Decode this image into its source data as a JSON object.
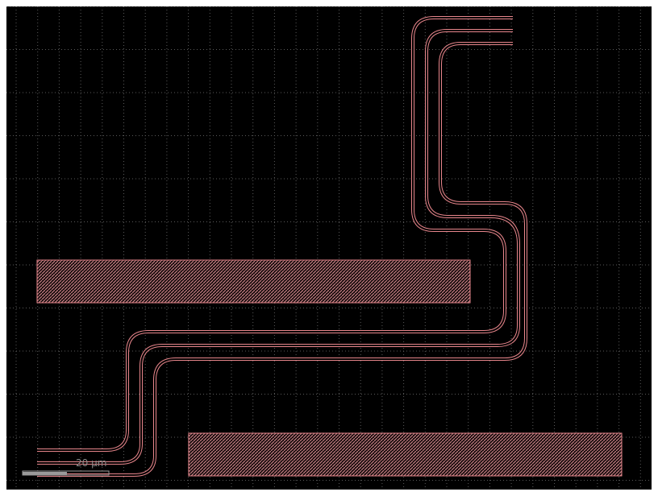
{
  "viewer": {
    "background_color": "#000000",
    "grid_color": "#5a5a5a",
    "shape_color": "#e8868c",
    "hatch_color": "#c97b80"
  },
  "scale_bar": {
    "label": "20 µm",
    "color": "#9a9a9a"
  },
  "layers": [
    {
      "name": "waveguide",
      "color": "#e8868c"
    },
    {
      "name": "heater-pad",
      "color": "#e8868c",
      "fill": "hatched"
    }
  ]
}
